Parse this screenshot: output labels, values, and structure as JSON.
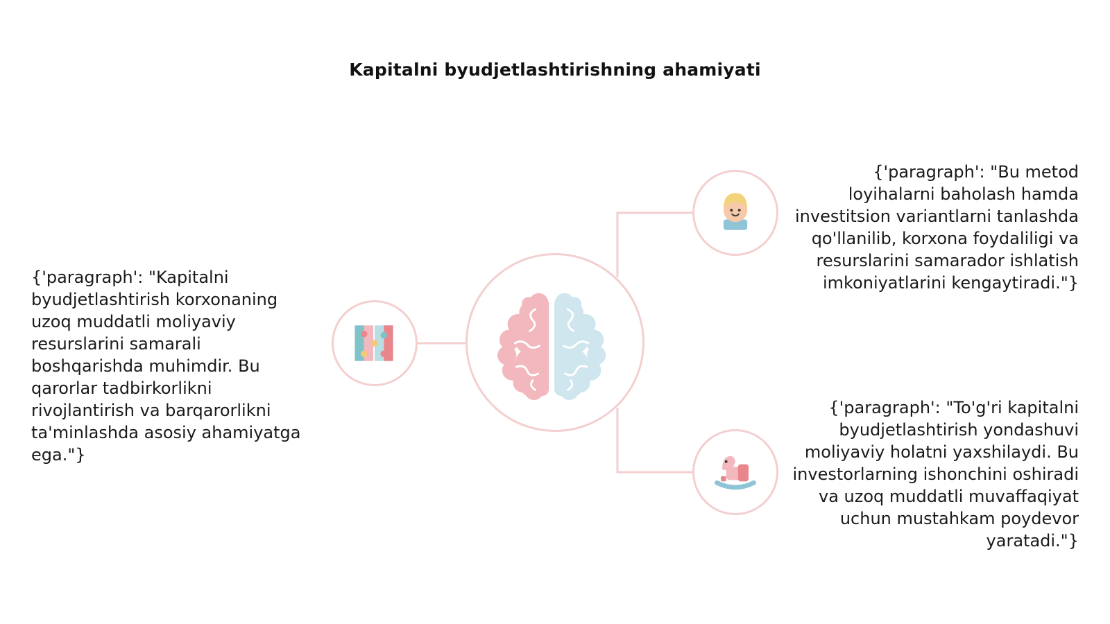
{
  "title": "Kapitalni byudjetlashtirishning ahamiyati",
  "colors": {
    "connector": "#f3cfcf",
    "circle_border": "#f3cfcf",
    "brain_left": "#f2b8bd",
    "brain_right": "#cfe6ee"
  },
  "center": {
    "icon": "brain-icon"
  },
  "nodes": [
    {
      "id": "left",
      "icon": "puzzle-icon",
      "text": "{'paragraph': \"Kapitalni byudjetlashtirish korxonaning uzoq muddatli moliyaviy resurslarini samarali boshqarishda muhimdir. Bu qarorlar tadbirkorlikni rivojlantirish va barqarorlikni ta'minlashda asosiy ahamiyatga ega.\"}"
    },
    {
      "id": "top-right",
      "icon": "child-icon",
      "text": "{'paragraph': \"Bu metod loyihalarni baholash hamda investitsion variantlarni tanlashda qo'llanilib, korxona foydaliligi va resurslarini samarador ishlatish imkoniyatlarini kengaytiradi.\"}"
    },
    {
      "id": "bottom-right",
      "icon": "rocking-horse-icon",
      "text": "{'paragraph': \"To'g'ri kapitalni byudjetlashtirish yondashuvi moliyaviy holatni yaxshilaydi. Bu investorlarning ishonchini oshiradi va uzoq muddatli muvaffaqiyat uchun mustahkam poydevor yaratadi.\"}"
    }
  ]
}
